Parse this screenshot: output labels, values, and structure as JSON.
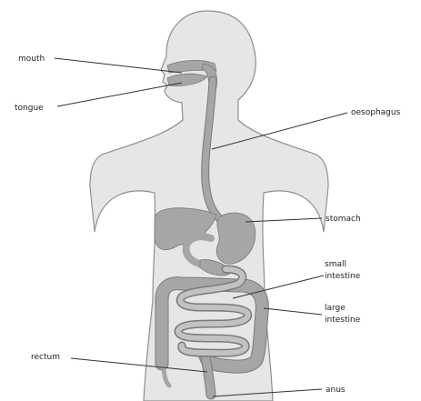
{
  "colors": {
    "body": "#e6e6e6",
    "body_outline": "#8f8f8f",
    "organ": "#a6a6a6",
    "organ_outline": "#7a7a7a",
    "leader": "#333333",
    "text": "#222222"
  },
  "labels": {
    "mouth": "mouth",
    "tongue": "tongue",
    "oesophagus": "oesophagus",
    "stomach": "stomach",
    "small_intestine_1": "small",
    "small_intestine_2": "intestine",
    "large_intestine_1": "large",
    "large_intestine_2": "intestine",
    "rectum": "rectum",
    "anus": "anus"
  }
}
